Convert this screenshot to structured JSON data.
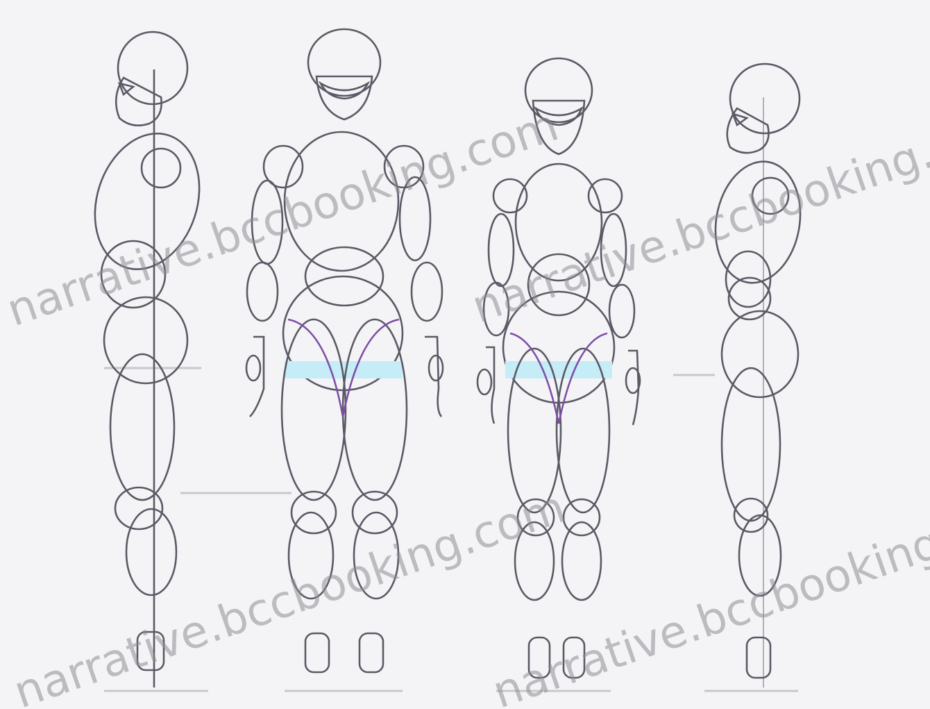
{
  "watermark": {
    "text_a": "narrative.bccbooking.com",
    "text_b": "narrative.bccbooking.com",
    "text_c": "narrative.bccbooking.com",
    "text_d": "narrative.bccbooking.com"
  },
  "palette": {
    "head": "#a9a9ad",
    "chest": "#f7c5d6",
    "shoulder": "#d2bdf0",
    "upper_arm": "#bfe8d6",
    "forearm": "#a8dca0",
    "hip_band": "#c6ecf7",
    "thigh": "#f7c5d6",
    "knee": "#bfe8d6",
    "calf": "#a7cef2",
    "foot": "#c9bdf2",
    "outline": "#5a5a66",
    "purple_outline": "#7e4ea6"
  },
  "figures": [
    {
      "view": "side-left"
    },
    {
      "view": "front"
    },
    {
      "view": "front-narrow"
    },
    {
      "view": "side-right"
    }
  ]
}
